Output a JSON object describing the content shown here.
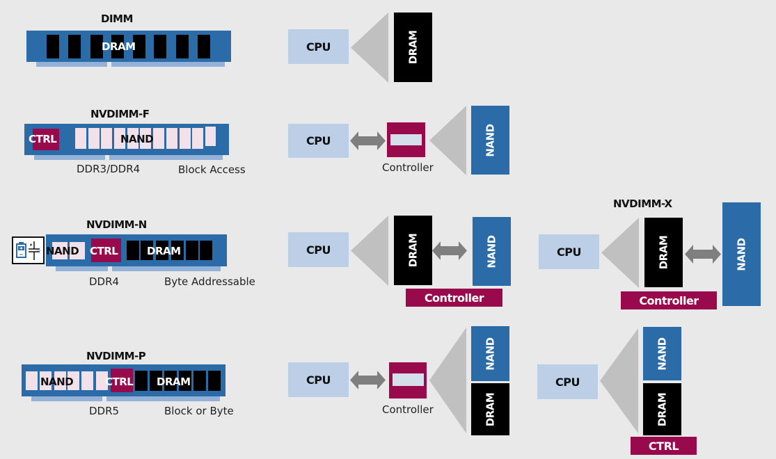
{
  "colors": {
    "background": "#e9e9e9",
    "module_blue": "#2b6ba7",
    "pin_blue": "#94b2d8",
    "dram_black": "#000000",
    "nand_pink": "#f3e1ea",
    "ctrl_magenta": "#990a4c",
    "cpu_light_blue": "#bccfe6",
    "fan_grey": "#c0c0c0",
    "arrow_grey": "#7f7f7f"
  },
  "modules": {
    "dimm": {
      "title": "DIMM",
      "center_label": "DRAM"
    },
    "nvdimm_f": {
      "title": "NVDIMM-F",
      "ctrl_label": "CTRL",
      "center_label": "NAND",
      "interface": "DDR3/DDR4",
      "access": "Block Access"
    },
    "nvdimm_n": {
      "title": "NVDIMM-N",
      "nand_label": "NAND",
      "ctrl_label": "CTRL",
      "dram_label": "DRAM",
      "interface": "DDR4",
      "access": "Byte Addressable",
      "backup_icon": "battery-capacitor-icon"
    },
    "nvdimm_p": {
      "title": "NVDIMM-P",
      "nand_label": "NAND",
      "ctrl_label": "CTRL",
      "dram_label": "DRAM",
      "interface": "DDR5",
      "access": "Block or Byte"
    }
  },
  "architectures": {
    "dimm": {
      "cpu": "CPU",
      "memory": "DRAM"
    },
    "nvdimm_f": {
      "cpu": "CPU",
      "controller_caption": "Controller",
      "memory": "NAND"
    },
    "nvdimm_n": {
      "cpu": "CPU",
      "dram": "DRAM",
      "nand": "NAND",
      "controller": "Controller"
    },
    "nvdimm_x": {
      "title": "NVDIMM-X",
      "cpu": "CPU",
      "dram": "DRAM",
      "nand": "NAND",
      "controller": "Controller"
    },
    "nvdimm_p": {
      "cpu": "CPU",
      "controller_caption": "Controller",
      "nand": "NAND",
      "dram": "DRAM"
    },
    "nvdimm_p_alt": {
      "cpu": "CPU",
      "nand": "NAND",
      "dram": "DRAM",
      "ctrl": "CTRL"
    }
  }
}
